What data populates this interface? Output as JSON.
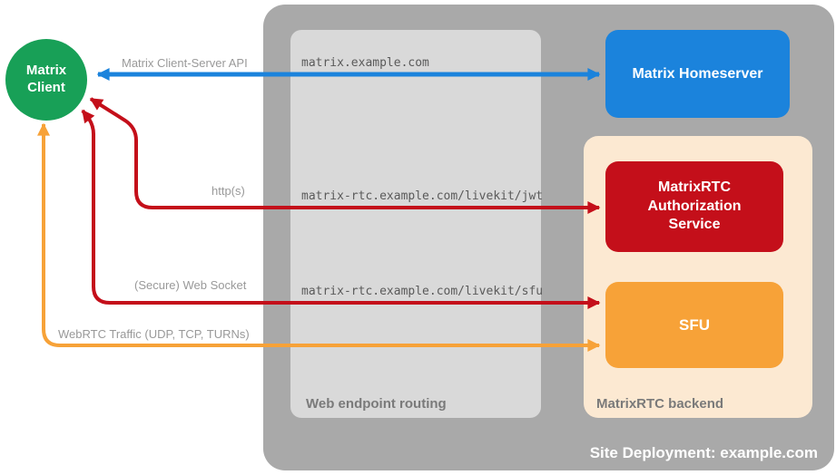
{
  "colors": {
    "green": "#18A057",
    "blue": "#1B83DC",
    "red": "#C40F1A",
    "orange": "#F7A238",
    "site-gray": "#A9A9A9",
    "routing-gray": "#D9D9D9",
    "backend-peach": "#FCE9D2",
    "label-gray": "#999999",
    "url-gray": "#5A5A5A",
    "container-label": "#7A7A7A"
  },
  "nodes": {
    "matrix_client": "Matrix Client",
    "matrix_homeserver": "Matrix Homeserver",
    "auth_service": "MatrixRTC Authorization Service",
    "sfu": "SFU"
  },
  "containers": {
    "site_deployment": "Site Deployment: example.com",
    "web_endpoint_routing": "Web endpoint routing",
    "matrixrtc_backend": "MatrixRTC backend"
  },
  "arrows": [
    {
      "label": "Matrix Client-Server API",
      "color": "blue"
    },
    {
      "label": "http(s)",
      "color": "red"
    },
    {
      "label": "(Secure) Web Socket",
      "color": "red"
    },
    {
      "label": "WebRTC Traffic (UDP, TCP, TURNs)",
      "color": "orange"
    }
  ],
  "endpoints": [
    "matrix.example.com",
    "matrix-rtc.example.com/livekit/jwt",
    "matrix-rtc.example.com/livekit/sfu"
  ]
}
